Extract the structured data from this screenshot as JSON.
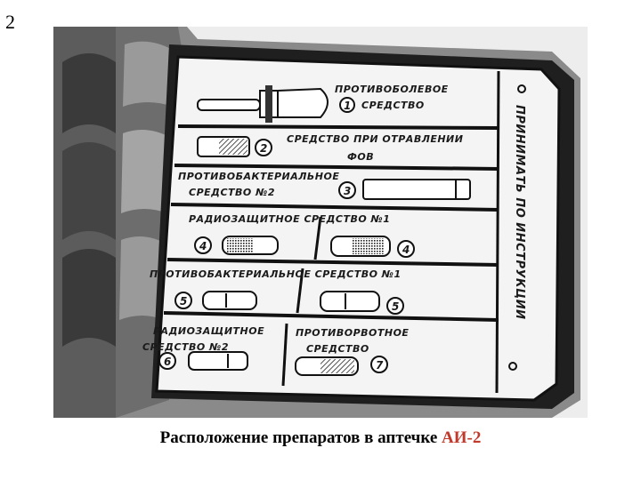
{
  "slide": {
    "number": "2"
  },
  "kit": {
    "side_text": "ПРИНИМАТЬ ПО ИНСТРУКЦИИ",
    "items": [
      {
        "id": "item-1",
        "label_lines": [
          "ПРОТИВОБОЛЕВОЕ",
          "СРЕДСТВО"
        ],
        "number": "1"
      },
      {
        "id": "item-2",
        "label_lines": [
          "СРЕДСТВО ПРИ ОТРАВЛЕНИИ",
          "ФОВ"
        ],
        "number": "2"
      },
      {
        "id": "item-3",
        "label_lines": [
          "ПРОТИВОБАКТЕРИАЛЬНОЕ",
          "СРЕДСТВО №2"
        ],
        "number": "3"
      },
      {
        "id": "item-4",
        "label_lines": [
          "РАДИОЗАЩИТНОЕ СРЕДСТВО №1"
        ],
        "number": "4"
      },
      {
        "id": "item-5",
        "label_lines": [
          "ПРОТИВОБАКТЕРИАЛЬНОЕ СРЕДСТВО №1"
        ],
        "number": "5"
      },
      {
        "id": "item-6",
        "label_lines": [
          "РАДИОЗАЩИТНОЕ",
          "СРЕДСТВО №2"
        ],
        "number": "6"
      },
      {
        "id": "item-7",
        "label_lines": [
          "ПРОТИВОРВОТНОЕ",
          "СРЕДСТВО"
        ],
        "number": "7"
      }
    ]
  },
  "caption": {
    "main": "Расположение препаратов в аптечке",
    "accent": "АИ-2"
  }
}
